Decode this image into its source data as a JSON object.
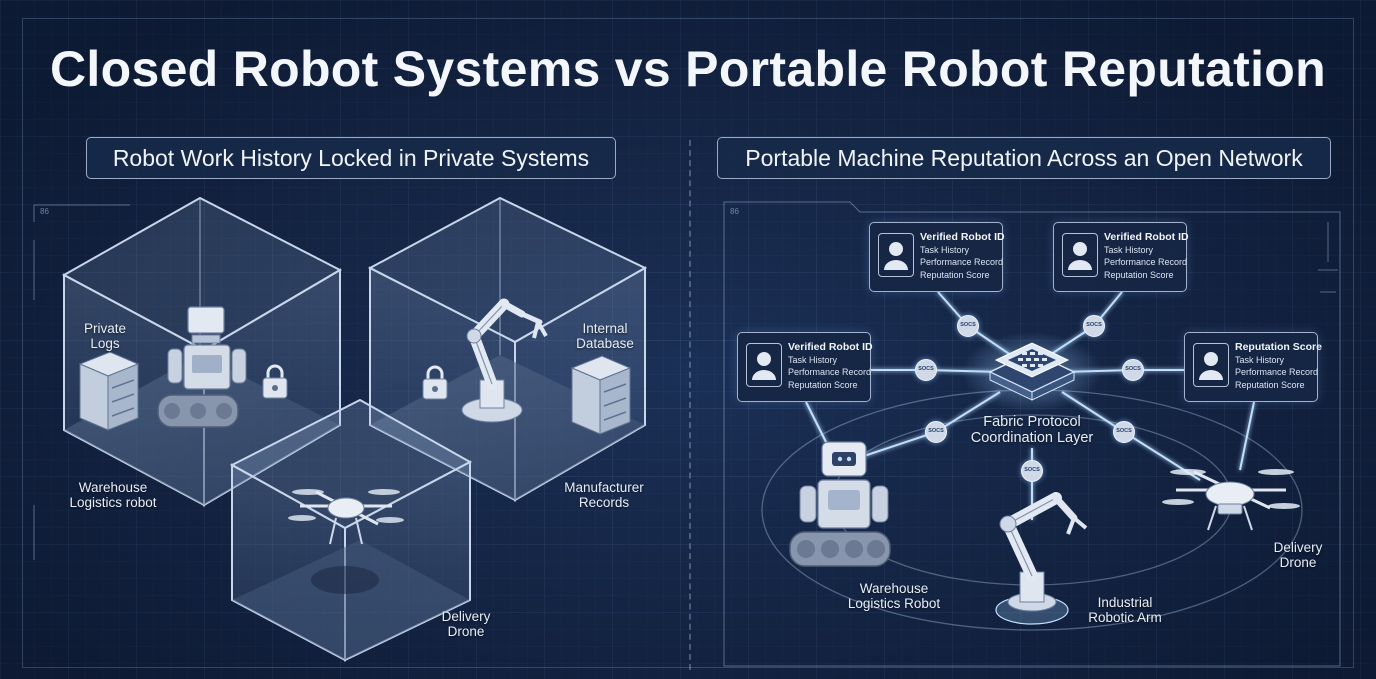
{
  "title": "Closed Robot Systems vs Portable Robot Reputation",
  "left_panel": {
    "header": "Robot Work History Locked in Private Systems",
    "labels": {
      "private_logs": [
        "Private",
        "Logs"
      ],
      "internal_database": [
        "Internal",
        "Database"
      ],
      "warehouse_robot": [
        "Warehouse",
        "Logistics robot"
      ],
      "manufacturer_records": [
        "Manufacturer",
        "Records"
      ],
      "delivery_drone": [
        "Delivery",
        "Drone"
      ]
    }
  },
  "right_panel": {
    "header": "Portable Machine Reputation Across an Open Network",
    "hub_label": [
      "Fabric Protocol",
      "Coordination Layer"
    ],
    "cards": [
      {
        "title": "Verified Robot ID",
        "lines": [
          "Task History",
          "Performance Record",
          "Reputation Score"
        ]
      },
      {
        "title": "Verified Robot ID",
        "lines": [
          "Task History",
          "Performance Record",
          "Reputation Score"
        ]
      },
      {
        "title": "Verified Robot ID",
        "lines": [
          "Task History",
          "Performance Record",
          "Reputation Score"
        ]
      },
      {
        "title": "Reputation Score",
        "lines": [
          "Task History",
          "Performance Record",
          "Reputation Score"
        ]
      }
    ],
    "robots": {
      "warehouse": [
        "Warehouse",
        "Logistics Robot"
      ],
      "arm": [
        "Industrial",
        "Robotic Arm"
      ],
      "drone": [
        "Delivery",
        "Drone"
      ]
    },
    "node_label": "SOCS",
    "hud_left": "86",
    "hud_right": "86"
  },
  "colors": {
    "background": "#142444",
    "line": "#bfe0ff",
    "box_edge": "#c8d6ec"
  }
}
